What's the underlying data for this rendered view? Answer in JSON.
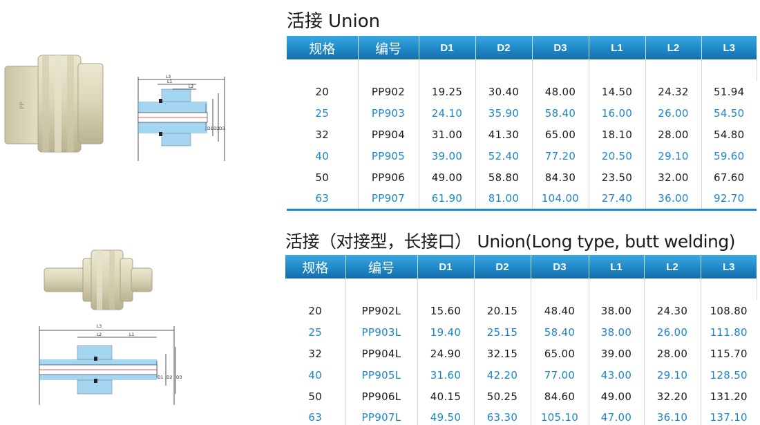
{
  "sections": [
    {
      "title_zh": "活接",
      "title_en": "Union",
      "headers": [
        "规格",
        "编号",
        "D1",
        "D2",
        "D3",
        "L1",
        "L2",
        "L3"
      ],
      "rows": [
        [
          "20",
          "PP902",
          "19.25",
          "30.40",
          "48.00",
          "14.50",
          "24.32",
          "51.94"
        ],
        [
          "25",
          "PP903",
          "24.10",
          "35.90",
          "58.40",
          "16.00",
          "26.00",
          "54.50"
        ],
        [
          "32",
          "PP904",
          "31.00",
          "41.30",
          "65.00",
          "18.10",
          "28.00",
          "54.80"
        ],
        [
          "40",
          "PP905",
          "39.00",
          "52.40",
          "77.20",
          "20.50",
          "29.10",
          "59.60"
        ],
        [
          "50",
          "PP906",
          "49.00",
          "58.80",
          "84.30",
          "23.50",
          "32.00",
          "67.60"
        ],
        [
          "63",
          "PP907",
          "61.90",
          "81.00",
          "104.00",
          "27.40",
          "36.00",
          "92.70"
        ]
      ]
    },
    {
      "title_zh": "活接（对接型，长接口）",
      "title_en": "Union(Long type, butt welding)",
      "headers": [
        "规格",
        "编号",
        "D1",
        "D2",
        "D3",
        "L1",
        "L2",
        "L3"
      ],
      "rows": [
        [
          "20",
          "PP902L",
          "15.60",
          "20.15",
          "48.40",
          "38.00",
          "24.30",
          "108.80"
        ],
        [
          "25",
          "PP903L",
          "19.40",
          "25.15",
          "58.40",
          "38.00",
          "26.00",
          "111.80"
        ],
        [
          "32",
          "PP904L",
          "24.90",
          "32.15",
          "65.00",
          "39.00",
          "28.00",
          "115.70"
        ],
        [
          "40",
          "PP905L",
          "31.60",
          "42.20",
          "77.00",
          "43.00",
          "29.10",
          "128.50"
        ],
        [
          "50",
          "PP906L",
          "40.15",
          "50.25",
          "84.60",
          "49.00",
          "32.20",
          "131.20"
        ],
        [
          "63",
          "PP907L",
          "49.50",
          "63.30",
          "105.10",
          "47.00",
          "36.10",
          "137.10"
        ]
      ]
    }
  ],
  "drawing_labels": {
    "short": {
      "l3": "L3",
      "l1": "L1",
      "l2": "L2",
      "d1": "D1",
      "d2": "D2",
      "d3": "D3"
    },
    "long": {
      "l3": "L3",
      "l2": "L2",
      "l1": "L1",
      "d1": "D1",
      "d2": "D2",
      "d3": "D3"
    }
  },
  "colors": {
    "header_blue": "#1f88c8",
    "even_row_text": "#1a86c9",
    "odd_row_text": "#1a1a1a",
    "fitting_beige": "#d8d3b4",
    "hatch_blue": "#5ab4e6",
    "centerline_red": "#e02020"
  }
}
